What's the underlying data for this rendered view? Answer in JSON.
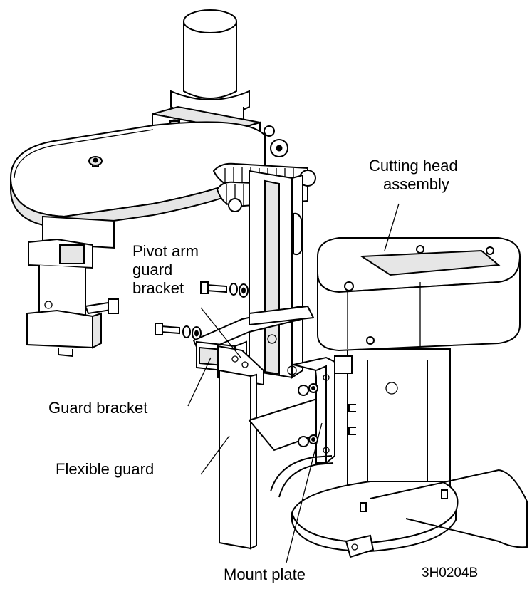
{
  "figure_code": "3H0204B",
  "labels": {
    "cutting_head": [
      "Cutting head",
      "assembly"
    ],
    "pivot_arm": [
      "Pivot arm",
      "guard",
      "bracket"
    ],
    "guard_bracket": "Guard bracket",
    "flexible_guard": "Flexible guard",
    "mount_plate": "Mount plate"
  }
}
